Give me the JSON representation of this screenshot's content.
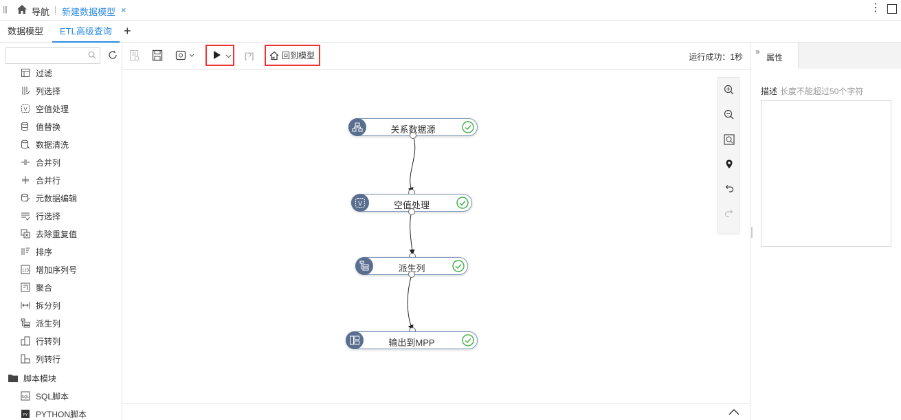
{
  "topbar": {
    "nav_label": "导航",
    "doc_tab": "新建数据模型",
    "doc_close": "×"
  },
  "tabs": [
    {
      "label": "数据模型",
      "active": false
    },
    {
      "label": "ETL高级查询",
      "active": true
    }
  ],
  "sidebar": {
    "search_placeholder": "",
    "items": [
      {
        "label": "过滤",
        "icon": "filter-icon"
      },
      {
        "label": "列选择",
        "icon": "column-select-icon"
      },
      {
        "label": "空值处理",
        "icon": "null-handling-icon"
      },
      {
        "label": "值替换",
        "icon": "value-replace-icon"
      },
      {
        "label": "数据清洗",
        "icon": "data-clean-icon"
      },
      {
        "label": "合并列",
        "icon": "merge-columns-icon"
      },
      {
        "label": "合并行",
        "icon": "merge-rows-icon"
      },
      {
        "label": "元数据编辑",
        "icon": "metadata-edit-icon"
      },
      {
        "label": "行选择",
        "icon": "row-select-icon"
      },
      {
        "label": "去除重复值",
        "icon": "dedupe-icon"
      },
      {
        "label": "排序",
        "icon": "sort-icon"
      },
      {
        "label": "增加序列号",
        "icon": "add-sequence-icon"
      },
      {
        "label": "聚合",
        "icon": "aggregate-icon"
      },
      {
        "label": "拆分列",
        "icon": "split-column-icon"
      },
      {
        "label": "派生列",
        "icon": "derived-column-icon"
      },
      {
        "label": "行转列",
        "icon": "row-to-column-icon"
      },
      {
        "label": "列转行",
        "icon": "column-to-row-icon"
      }
    ],
    "group": {
      "label": "脚本模块",
      "icon": "folder-icon"
    },
    "group_items": [
      {
        "label": "SQL脚本",
        "icon": "sql-script-icon"
      },
      {
        "label": "PYTHON脚本",
        "icon": "python-script-icon"
      }
    ]
  },
  "toolbar": {
    "help_label": "[?]",
    "back_label": "回到模型",
    "run_status": "运行成功：1秒"
  },
  "flow": {
    "nodes": [
      {
        "label": "关系数据源",
        "icon": "relational-source-icon"
      },
      {
        "label": "空值处理",
        "icon": "null-handling-icon"
      },
      {
        "label": "派生列",
        "icon": "derived-column-icon"
      },
      {
        "label": "输出到MPP",
        "icon": "output-mpp-icon"
      }
    ]
  },
  "props": {
    "title": "属性",
    "desc_label": "描述",
    "desc_hint": "长度不能超过50个字符",
    "desc_value": ""
  },
  "colors": {
    "accent": "#2f8be0",
    "highlight": "#ee3333",
    "node_icon": "#5a6f8f",
    "success": "#3cb043"
  }
}
